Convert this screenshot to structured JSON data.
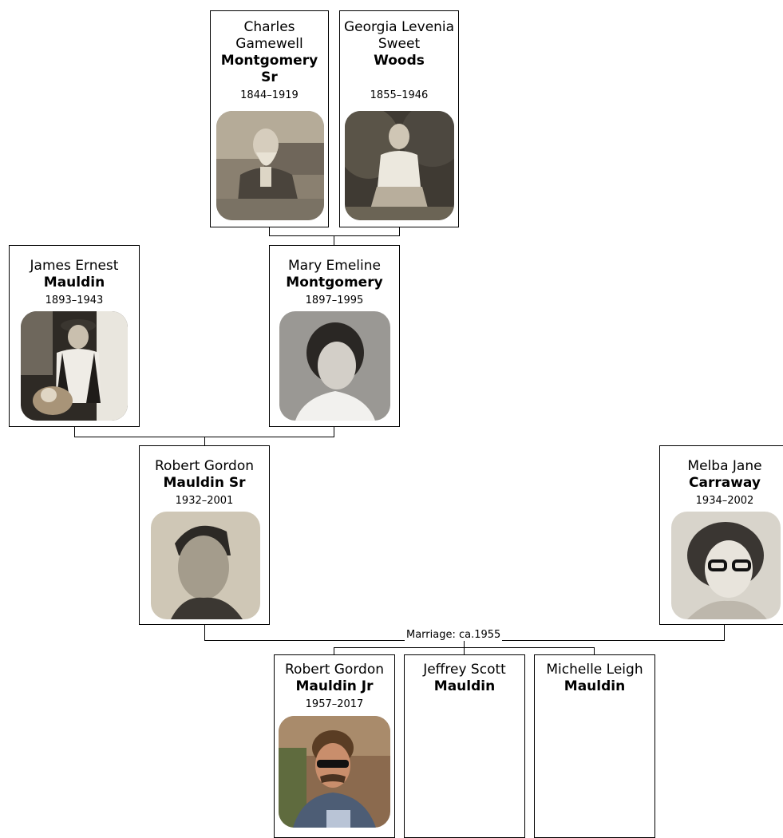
{
  "people": {
    "charles": {
      "given": "Charles Gamewell",
      "surname": "Montgomery Sr",
      "years": "1844–1919",
      "photo": "portrait-photo"
    },
    "georgia": {
      "given": "Georgia Levenia Sweet",
      "surname": "Woods",
      "years": "1855–1946",
      "photo": "portrait-photo"
    },
    "james": {
      "given": "James Ernest",
      "surname": "Mauldin",
      "years": "1893–1943",
      "photo": "portrait-photo"
    },
    "mary": {
      "given": "Mary Emeline",
      "surname": "Montgomery",
      "years": "1897–1995",
      "photo": "portrait-photo"
    },
    "robert_sr": {
      "given": "Robert Gordon",
      "surname": "Mauldin Sr",
      "years": "1932–2001",
      "photo": "portrait-photo"
    },
    "melba": {
      "given": "Melba Jane",
      "surname": "Carraway",
      "years": "1934–2002",
      "photo": "portrait-photo"
    },
    "robert_jr": {
      "given": "Robert Gordon",
      "surname": "Mauldin Jr",
      "years": "1957–2017",
      "photo": "portrait-photo"
    },
    "jeffrey": {
      "given": "Jeffrey Scott",
      "surname": "Mauldin"
    },
    "michelle": {
      "given": "Michelle Leigh",
      "surname": "Mauldin"
    }
  },
  "marriage_label": "Marriage: ca.1955",
  "colors": {
    "line": "#000000",
    "card_border": "#000000",
    "background": "#ffffff"
  }
}
